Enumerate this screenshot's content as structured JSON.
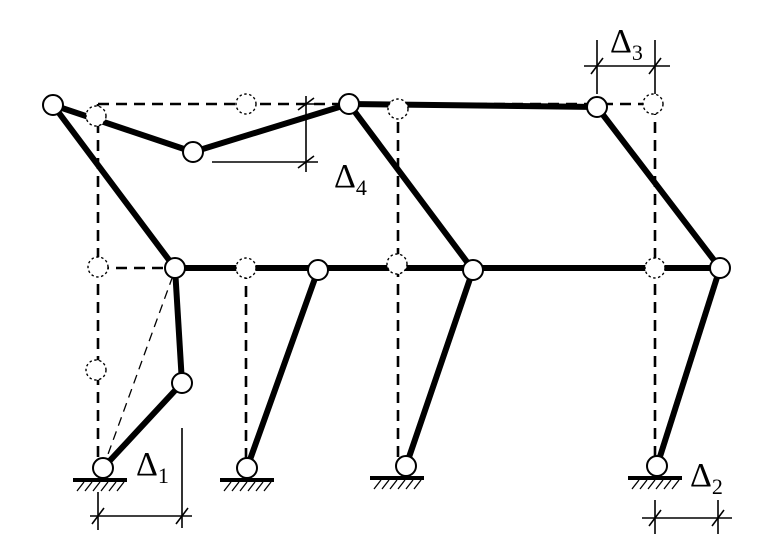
{
  "diagram": {
    "labels": [
      {
        "id": "delta-1",
        "symbol": "Δ",
        "sub": "1"
      },
      {
        "id": "delta-2",
        "symbol": "Δ",
        "sub": "2"
      },
      {
        "id": "delta-3",
        "symbol": "Δ",
        "sub": "3"
      },
      {
        "id": "delta-4",
        "symbol": "Δ",
        "sub": "4"
      }
    ]
  }
}
